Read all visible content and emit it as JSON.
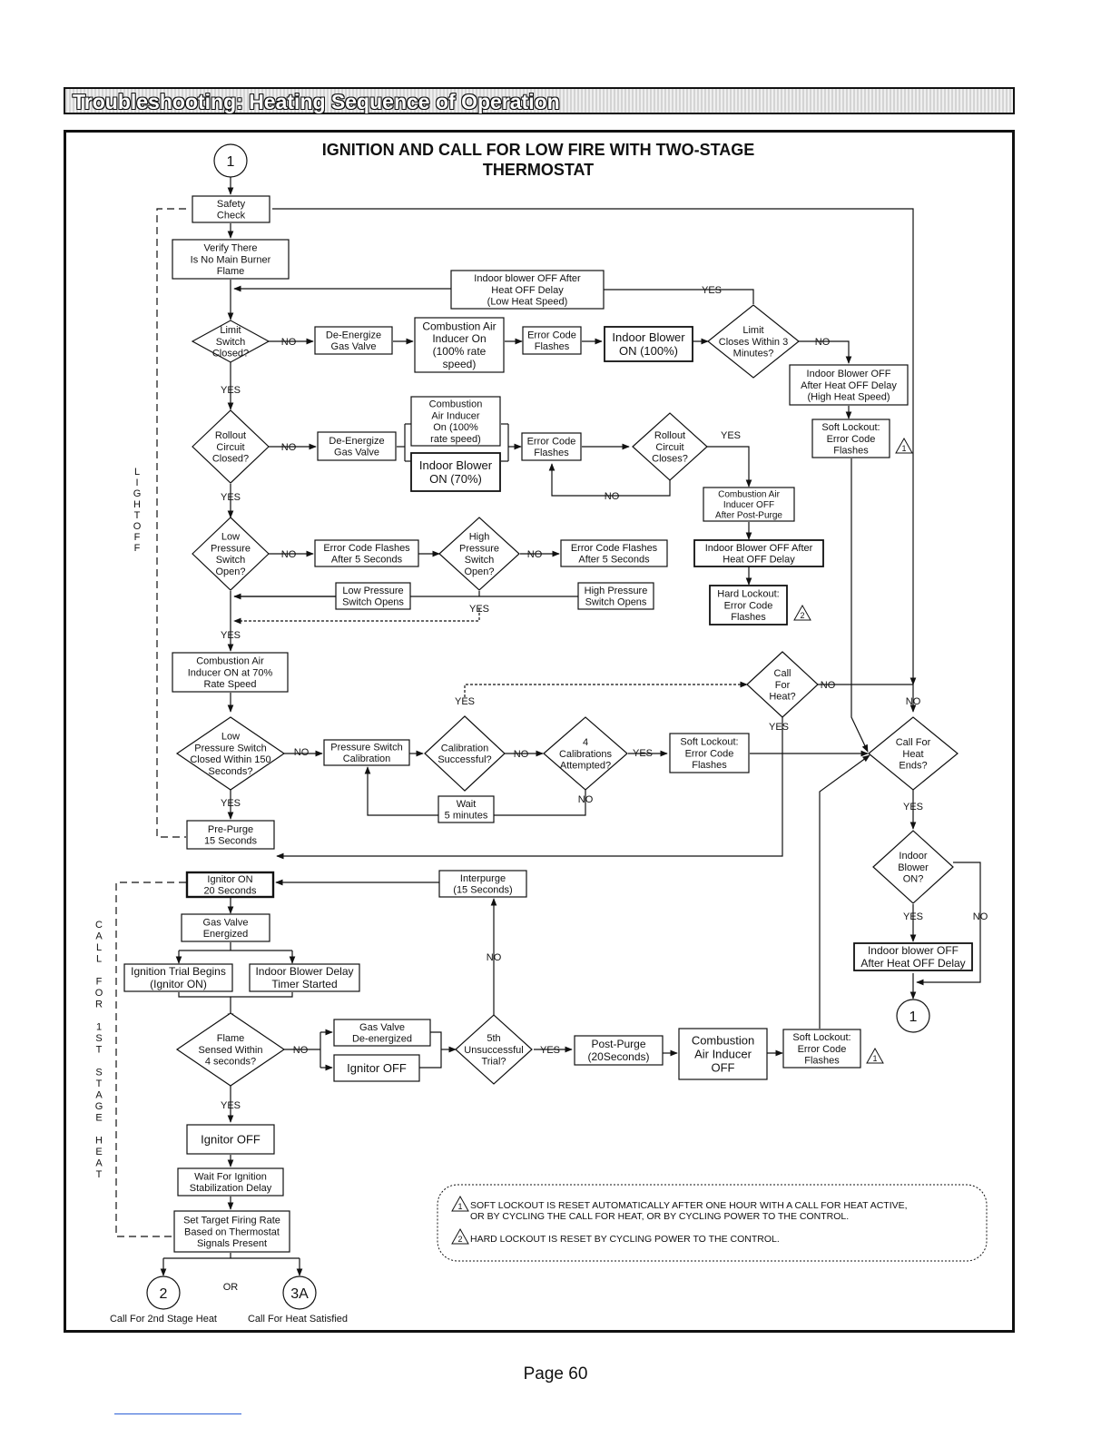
{
  "header": {
    "title": "Troubleshooting:  Heating Sequence of Operation"
  },
  "diagram": {
    "title_line1": "IGNITION AND CALL FOR LOW FIRE WITH TWO-STAGE",
    "title_line2": "THERMOSTAT",
    "start_connector": "1",
    "end_connector_right": "1",
    "side_label_light_off": "LIGHT OFF",
    "side_label_call": "CALL FOR 1ST STAGE HEAT",
    "nodes": {
      "safety_check": [
        "Safety",
        "Check"
      ],
      "verify_flame": [
        "Verify There",
        "Is No Main Burner",
        "Flame"
      ],
      "blower_off_low": [
        "Indoor blower OFF  After",
        "Heat OFF Delay",
        "(Low Heat Speed)"
      ],
      "limit_closed": [
        "Limit",
        "Switch",
        "Closed?"
      ],
      "deenergize_gas_1": [
        "De-Energize",
        "Gas Valve"
      ],
      "inducer_on_100": [
        "Combustion Air",
        "Inducer On",
        "(100% rate",
        "speed)"
      ],
      "error_flash_1": [
        "Error Code",
        "Flashes"
      ],
      "blower_on_100": [
        "Indoor Blower",
        "ON (100%)"
      ],
      "limit_closes_3": [
        "Limit",
        "Closes Within 3",
        "Minutes?"
      ],
      "blower_off_high": [
        "Indoor Blower OFF",
        "After Heat OFF Delay",
        "(High Heat Speed)"
      ],
      "soft_lockout_1": [
        "Soft Lockout:",
        "Error Code",
        "Flashes"
      ],
      "rollout_closed": [
        "Rollout",
        "Circuit",
        "Closed?"
      ],
      "deenergize_gas_2": [
        "De-Energize",
        "Gas Valve"
      ],
      "inducer_on_100b": [
        "Combustion",
        "Air Inducer",
        "On (100%",
        "rate speed)"
      ],
      "blower_on_70": [
        "Indoor Blower",
        "ON (70%)"
      ],
      "error_flash_2": [
        "Error Code",
        "Flashes"
      ],
      "rollout_closes": [
        "Rollout",
        "Circuit",
        "Closes?"
      ],
      "inducer_off_post": [
        "Combustion Air",
        "Inducer OFF",
        "After Post-Purge"
      ],
      "blower_off_delay": [
        "Indoor Blower OFF After",
        "Heat OFF Delay"
      ],
      "hard_lockout": [
        "Hard Lockout:",
        "Error Code",
        "Flashes"
      ],
      "low_ps_open": [
        "Low",
        "Pressure",
        "Switch",
        "Open?"
      ],
      "err_5s_low": [
        "Error Code Flashes",
        "After 5 Seconds"
      ],
      "high_ps_open": [
        "High",
        "Pressure",
        "Switch",
        "Open?"
      ],
      "err_5s_high": [
        "Error Code Flashes",
        "After 5 Seconds"
      ],
      "low_ps_opens": [
        "Low Pressure",
        "Switch Opens"
      ],
      "high_ps_opens": [
        "High Pressure",
        "Switch Opens"
      ],
      "inducer_70": [
        "Combustion Air",
        "Inducer ON at 70%",
        "Rate Speed"
      ],
      "call_for_heat": [
        "Call",
        "For",
        "Heat?"
      ],
      "low_ps_closed_150": [
        "Low",
        "Pressure Switch",
        "Closed Within 150",
        "Seconds?"
      ],
      "ps_calibration": [
        "Pressure Switch",
        "Calibration"
      ],
      "calibration_ok": [
        "Calibration",
        "Successful?"
      ],
      "four_calibrations": [
        "4",
        "Calibrations",
        "Attempted?"
      ],
      "soft_lockout_2": [
        "Soft Lockout:",
        "Error Code",
        "Flashes"
      ],
      "call_heat_ends": [
        "Call For",
        "Heat",
        "Ends?"
      ],
      "wait_5": [
        "Wait",
        "5 minutes"
      ],
      "pre_purge": [
        "Pre-Purge",
        "15 Seconds"
      ],
      "blower_on_q": [
        "Indoor",
        "Blower",
        "ON?"
      ],
      "ignitor_on_20": [
        "Ignitor ON",
        "20 Seconds"
      ],
      "interpurge": [
        "Interpurge",
        "(15 Seconds)"
      ],
      "gas_energized": [
        "Gas Valve",
        "Energized"
      ],
      "ignition_trial": [
        "Ignition Trial Begins",
        "(Ignitor ON)"
      ],
      "blower_delay_timer": [
        "Indoor Blower Delay",
        "Timer Started"
      ],
      "blower_off_final": [
        "Indoor blower OFF",
        "After Heat OFF Delay"
      ],
      "flame_sensed": [
        "Flame",
        "Sensed Within",
        "4 seconds?"
      ],
      "gas_deenergized": [
        "Gas Valve",
        "De-energized"
      ],
      "ignitor_off_1": [
        "Ignitor OFF"
      ],
      "fifth_trial": [
        "5th",
        "Unsuccessful",
        "Trial?"
      ],
      "post_purge_20": [
        "Post-Purge",
        "(20Seconds)"
      ],
      "inducer_off": [
        "Combustion",
        "Air Inducer",
        "OFF"
      ],
      "soft_lockout_3": [
        "Soft Lockout:",
        "Error Code",
        "Flashes"
      ],
      "ignitor_off_2": [
        "Ignitor OFF"
      ],
      "wait_stabilization": [
        "Wait For Ignition",
        "Stabilization Delay"
      ],
      "set_target_rate": [
        "Set Target Firing Rate",
        "Based on Thermostat",
        "Signals Present"
      ]
    },
    "labels": {
      "yes": "YES",
      "no": "NO",
      "or": "OR"
    },
    "connectors_bottom": [
      {
        "id": "2",
        "caption": "Call For 2nd Stage Heat"
      },
      {
        "id": "3A",
        "caption": "Call For Heat Satisfied"
      }
    ],
    "notes": {
      "note1_marker": "1",
      "note1_line1": "SOFT LOCKOUT IS RESET AUTOMATICALLY AFTER ONE HOUR WITH  A CALL FOR HEAT ACTIVE,",
      "note1_line2": "OR BY CYCLING  THE CALL FOR HEAT, OR BY CYCLING POWER  TO THE CONTROL.",
      "note2_marker": "2",
      "note2_line1": "HARD LOCKOUT IS RESET BY CYCLING POWER  TO THE CONTROL."
    }
  },
  "footer": {
    "page": "Page 60"
  }
}
